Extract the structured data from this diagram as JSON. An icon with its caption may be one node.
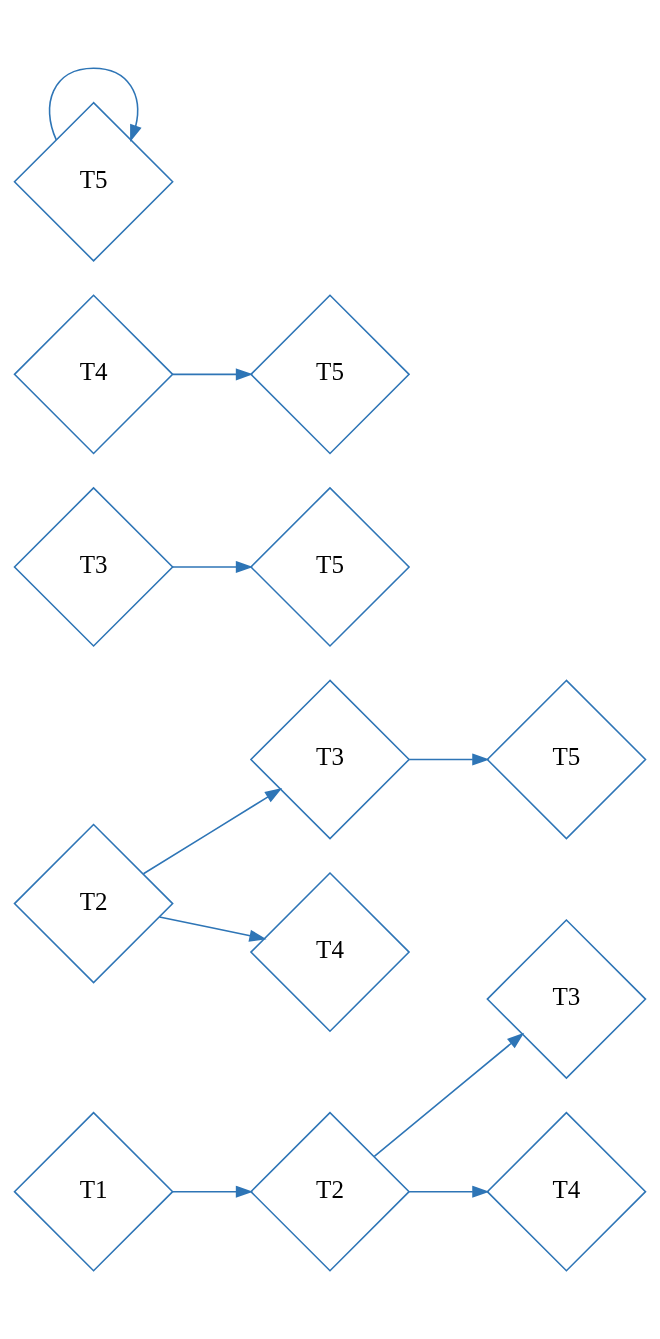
{
  "diagram": {
    "nodes": [
      {
        "text": [
          "T1"
        ]
      },
      {
        "text": [
          "T2"
        ]
      },
      {
        "text": [
          "T3"
        ]
      },
      {
        "text": [
          "T4"
        ]
      },
      {
        "text": [
          "T2"
        ]
      },
      {
        "text": [
          "T3"
        ]
      },
      {
        "text": [
          "T5"
        ]
      },
      {
        "text": [
          "T4"
        ]
      },
      {
        "text": [
          "T3"
        ]
      },
      {
        "text": [
          "T5"
        ]
      },
      {
        "text": [
          "T4"
        ]
      },
      {
        "text": [
          "T5"
        ]
      },
      {
        "text": [
          "T5"
        ]
      }
    ],
    "edges": [
      {
        "from": 0,
        "to": 1,
        "arrow": "to"
      },
      {
        "from": 1,
        "to": 2,
        "arrow": "to"
      },
      {
        "from": 1,
        "to": 3,
        "arrow": "to"
      },
      {
        "from": 4,
        "to": 5,
        "arrow": "to"
      },
      {
        "from": 5,
        "to": 6,
        "arrow": "to"
      },
      {
        "from": 4,
        "to": 7,
        "arrow": "to"
      },
      {
        "from": 8,
        "to": 9,
        "arrow": "to"
      },
      {
        "from": 10,
        "to": 11,
        "arrow": "to"
      },
      {
        "from": 12,
        "to": 12,
        "arrow": "to"
      }
    ]
  }
}
